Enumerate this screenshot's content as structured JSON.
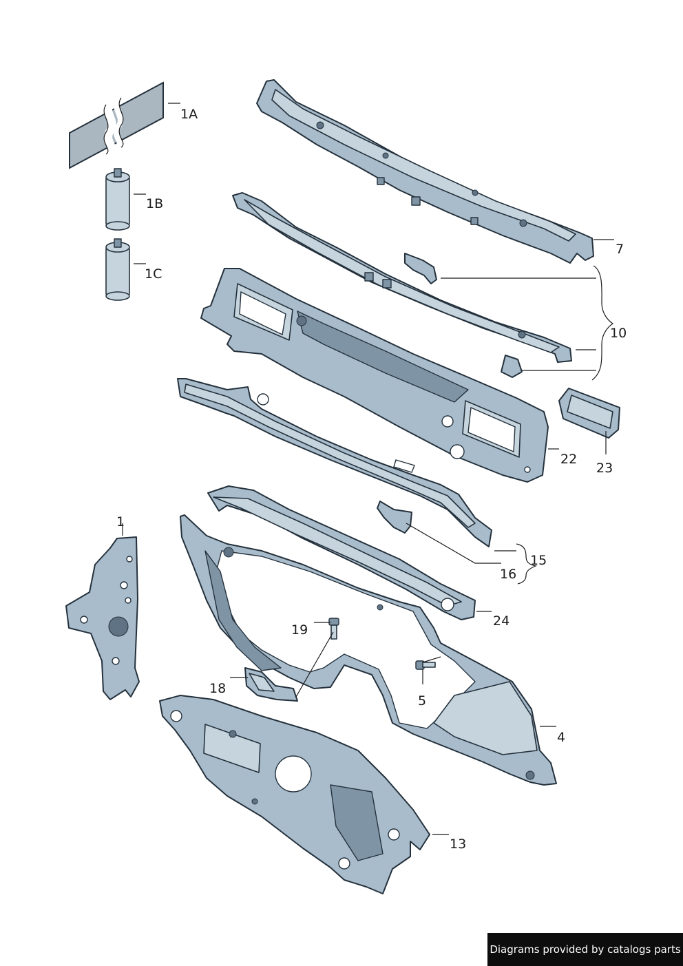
{
  "callouts": {
    "c1A": "1A",
    "c1B": "1B",
    "c1C": "1C",
    "c7": "7",
    "c10": "10",
    "c22": "22",
    "c23": "23",
    "c15": "15",
    "c16": "16",
    "c1": "1",
    "c24": "24",
    "c19": "19",
    "c5": "5",
    "c18": "18",
    "c4": "4",
    "c13": "13"
  },
  "watermark": "Diagrams provided by catalogs parts",
  "colors": {
    "part_fill": "#a9bccb",
    "part_outline": "#24313c",
    "watermark_bg": "#0d0d0d"
  }
}
